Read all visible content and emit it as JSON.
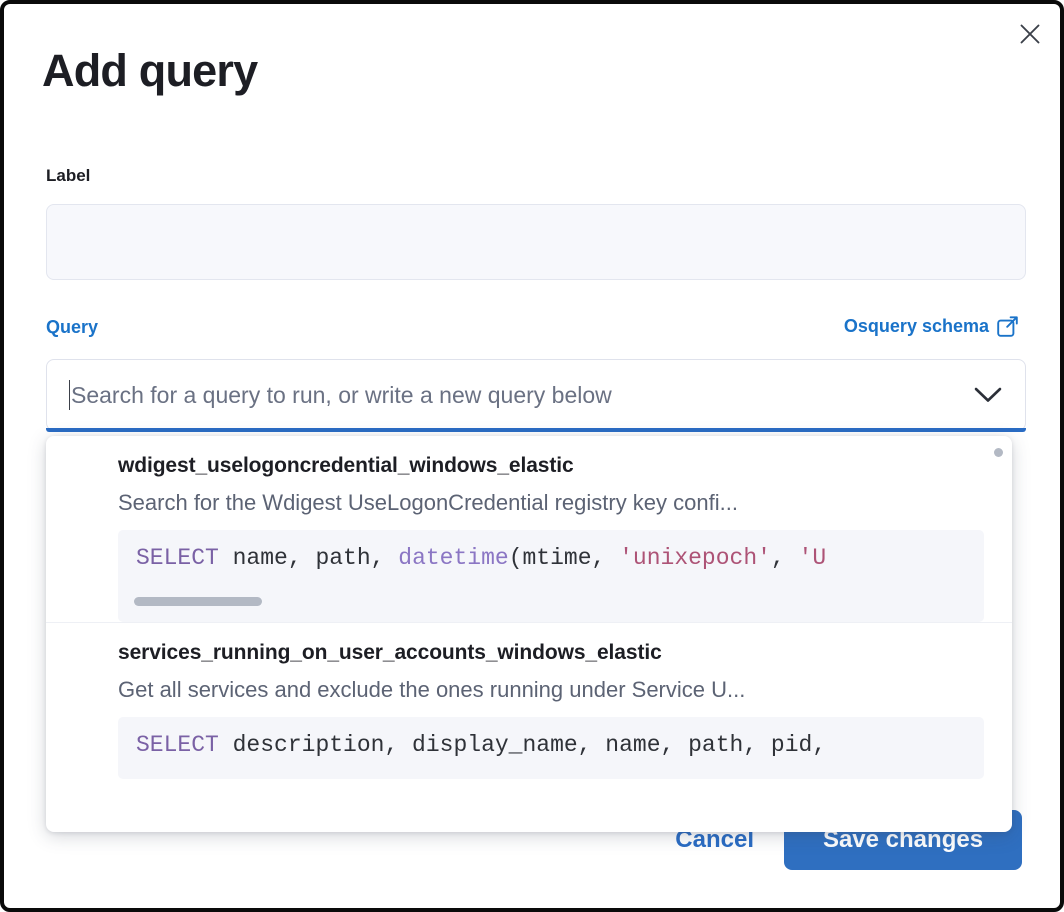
{
  "dialog": {
    "title": "Add query",
    "close_icon": "close-icon"
  },
  "label_field": {
    "label": "Label",
    "value": "",
    "placeholder": ""
  },
  "query_section": {
    "label": "Query",
    "schema_link": {
      "text": "Osquery schema",
      "icon": "external-link-icon"
    },
    "combobox": {
      "value": "",
      "placeholder": "Search for a query to run, or write a new query below",
      "chevron_icon": "chevron-down-icon"
    }
  },
  "dropdown": {
    "options": [
      {
        "title": "wdigest_uselogoncredential_windows_elastic",
        "description": "Search for the Wdigest UseLogonCredential registry key confi...",
        "code_tokens": [
          {
            "t": "SELECT",
            "c": "kw"
          },
          {
            "t": " name, path, ",
            "c": "txt"
          },
          {
            "t": "datetime",
            "c": "fn"
          },
          {
            "t": "(mtime, ",
            "c": "txt"
          },
          {
            "t": "'unixepoch'",
            "c": "str"
          },
          {
            "t": ", ",
            "c": "txt"
          },
          {
            "t": "'U",
            "c": "str"
          }
        ],
        "has_scrollbar": true
      },
      {
        "title": "services_running_on_user_accounts_windows_elastic",
        "description": "Get all services and exclude the ones running under Service U...",
        "code_tokens": [
          {
            "t": "SELECT",
            "c": "kw"
          },
          {
            "t": " description, display_name, name, path, pid,",
            "c": "txt"
          }
        ],
        "has_scrollbar": false
      }
    ]
  },
  "footer": {
    "cancel_label": "Cancel",
    "save_label": "Save changes"
  },
  "colors": {
    "accent_blue": "#2a6cc4",
    "link_blue": "#1a73c9",
    "text_dark": "#1d1e24",
    "text_muted": "#5c6374",
    "code_bg": "#f5f6fa",
    "sql_keyword": "#7a61a5",
    "sql_function": "#8b76c4",
    "sql_string": "#ad5376"
  }
}
